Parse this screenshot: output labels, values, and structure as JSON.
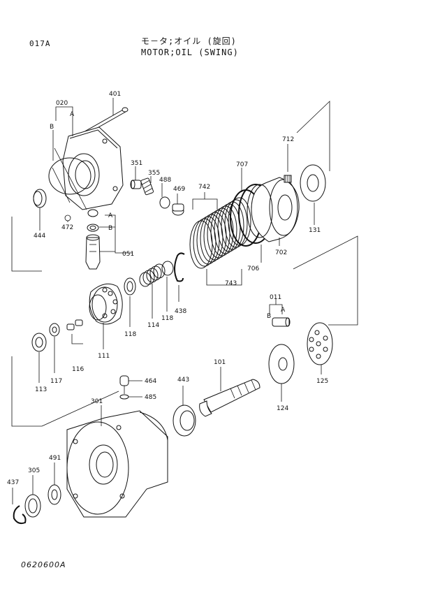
{
  "header": {
    "page_code": "017A",
    "title_jp": "モ－タ;オイル (旋回)",
    "title_en": "MOTOR;OIL (SWING)"
  },
  "footer": {
    "code": "0620600A"
  },
  "labels": {
    "p401": "401",
    "p020": "020",
    "pA1": "A",
    "pB1": "B",
    "p351": "351",
    "p355": "355",
    "p488": "488",
    "p469": "469",
    "p742": "742",
    "p707": "707",
    "p712": "712",
    "p444": "444",
    "p472": "472",
    "pA2": "A",
    "pB2": "B",
    "p051": "051",
    "p131": "131",
    "p702": "702",
    "p706": "706",
    "p743": "743",
    "p438": "438",
    "p118a": "118",
    "p114": "114",
    "p118b": "118",
    "p011": "011",
    "pB3": "B",
    "pA3": "A",
    "p111": "111",
    "p116": "116",
    "p117": "117",
    "p113": "113",
    "p101": "101",
    "p125": "125",
    "p124": "124",
    "p464": "464",
    "p485": "485",
    "p443": "443",
    "p301": "301",
    "p491": "491",
    "p305": "305",
    "p437": "437"
  }
}
